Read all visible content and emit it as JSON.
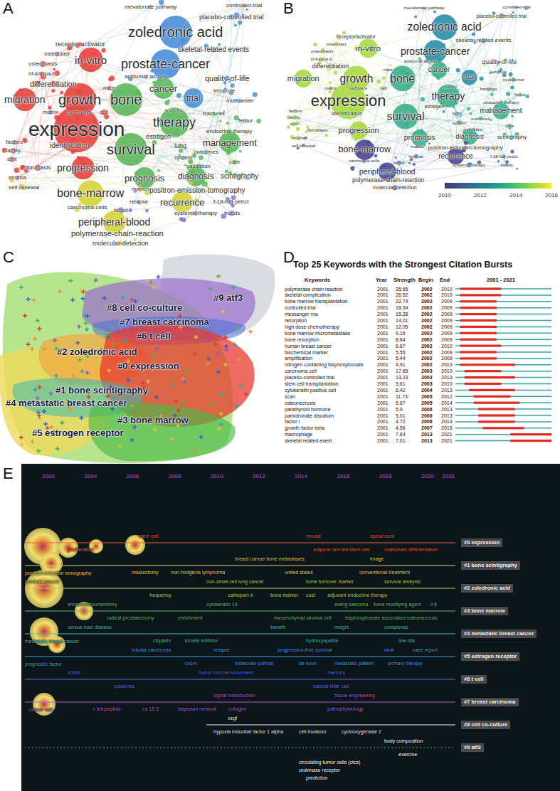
{
  "diagram": {
    "nodes": [
      {
        "text": [
          "#0 expression"
        ]
      },
      {
        "text": [
          "#1 bone scintigraphy"
        ]
      },
      {
        "text": [
          "#2 zoledronic acid"
        ]
      },
      {
        "text": [
          "#3 bone marrow"
        ]
      },
      {
        "text": [
          "#4 metastatic breast cancer"
        ]
      },
      {
        "text": [
          "#5 estrogen receptor"
        ]
      },
      {
        "text": [
          "#6 t cell"
        ]
      },
      {
        "text": [
          "#7 breast carcinoma"
        ]
      },
      {
        "text": [
          "#8 cell co-culture"
        ]
      },
      {
        "text": [
          "#9 atf3"
        ]
      }
    ],
    "labels": [
      "A",
      "B",
      "C",
      "D",
      "E",
      "receptor activator",
      "osteoclast",
      "mevalonate pathway",
      "controlled-trial",
      "placebo-controlled trial",
      "zoledronic acid",
      "in-vitro",
      "osteoblasts",
      "prostate-cancer",
      "skeletal-related events",
      "nf-kappa-b",
      "antitumor activity",
      "quality-of-life",
      "differentiation",
      "cancer",
      "mice",
      "letrozole",
      "trial",
      "migration",
      "growth",
      "bone",
      "multicenter",
      "matrix",
      "pathways",
      "cell",
      "toxicity",
      "fractures",
      "femur",
      "therapy",
      "expression",
      "endocrine-therapy",
      "estrogen",
      "factors",
      "management",
      "identification",
      "lung",
      "survival",
      "family",
      "outcomes",
      "system",
      "emt",
      "care",
      "validation",
      "fibroblasts",
      "progression",
      "diagnosis",
      "scintigraphy",
      "stroma",
      "prognosis",
      "self-renewal",
      "marker",
      "positron-emission-tomography",
      "bone-marrow",
      "relapse",
      "recurrence",
      "f-18-fdg pet/ct",
      "carcinoma-cells",
      "blood",
      "systemic therapy",
      "trends",
      "peripheral-blood",
      "polymerase-chain-reaction",
      "molecular-detection",
      "receptor activator",
      "osteoclast",
      "mevalonate pathway",
      "controlled-trial",
      "placebo-controlled trial",
      "zoledronic acid",
      "in-vitro",
      "osteoblasts",
      "prostate-cancer",
      "skeletal-related events",
      "nf-kappa-b",
      "antitumor activity",
      "quality-of-life",
      "differentiation",
      "cancer",
      "mice",
      "letrozole",
      "trial",
      "migration",
      "growth",
      "bone",
      "multicenter",
      "matrix",
      "pathways",
      "cell",
      "toxicity",
      "fractures",
      "femur",
      "therapy",
      "expression",
      "endocrine-therapy",
      "estrogen",
      "factors",
      "management",
      "identification",
      "lung",
      "survival",
      "family",
      "outcomes",
      "system",
      "emt",
      "care",
      "validation",
      "fibroblasts",
      "progression",
      "diagnosis",
      "scintigraphy",
      "stroma",
      "prognosis",
      "self-renewal",
      "marker",
      "positron-emission-tomography",
      "bone-marrow",
      "relapse",
      "recurrence",
      "f-18-fdg pet/ct",
      "carcinoma-cells",
      "blood",
      "systemic therapy",
      "trends",
      "peripheral-blood",
      "polymerase-chain-reaction",
      "molecular-detection",
      "2010",
      "2012",
      "2014",
      "2016",
      "#9 atf3",
      "#8 cell co-culture",
      "#7 breast carcinoma",
      "#6 t cell",
      "#2 zoledronic acid",
      "#0 expression",
      "#1 bone scintigraphy",
      "#4 metastatic breast cancer",
      "#3 bone marrow",
      "#5 estrogen receptor",
      "Top 25 Keywords with the Strongest Citation Bursts",
      "Keywords",
      "Year",
      "Strength",
      "Begin",
      "End",
      "2001 - 2021",
      "polymerase chain reaction",
      "2001",
      "35.65",
      "2002",
      "2010",
      "skeletal complication",
      "2001",
      "26.52",
      "2002",
      "2010",
      "bone marrow transplantation",
      "2001",
      "22.74",
      "2002",
      "2009",
      "controlled trial",
      "2001",
      "18.34",
      "2002",
      "2009",
      "messenger rna",
      "2001",
      "15.28",
      "2002",
      "2009",
      "resorption",
      "2001",
      "14.01",
      "2002",
      "2009",
      "high dose chemotherapy",
      "2001",
      "12.05",
      "2002",
      "2009",
      "bone marrow micrometastase",
      "2001",
      "9.16",
      "2002",
      "2009",
      "bone resorption",
      "2001",
      "8.84",
      "2002",
      "2009",
      "human breast cancer",
      "2001",
      "6.67",
      "2002",
      "2010",
      "biochemical marker",
      "2001",
      "5.55",
      "2002",
      "2009",
      "amplification",
      "2001",
      "5.44",
      "2002",
      "2009",
      "nitrogen containing bisphosphonate",
      "2001",
      "4.91",
      "2002",
      "2013",
      "carcinoma cell",
      "2001",
      "17.65",
      "2003",
      "2010",
      "placebo controlled trial",
      "2001",
      "13.23",
      "2003",
      "2013",
      "stem cell transplantation",
      "2001",
      "5.61",
      "2003",
      "2010",
      "cytokeratin positive cell",
      "2001",
      "6.42",
      "2004",
      "2013",
      "scan",
      "2001",
      "11.73",
      "2005",
      "2012",
      "osteonecrosis",
      "2001",
      "5.67",
      "2005",
      "2014",
      "parathyroid hormone",
      "2001",
      "5.9",
      "2006",
      "2013",
      "pamidronate disodium",
      "2001",
      "5.01",
      "2006",
      "2013",
      "factor i",
      "2001",
      "4.72",
      "2006",
      "2013",
      "growth factor beta",
      "2001",
      "4.56",
      "2007",
      "2015",
      "macrophage",
      "2001",
      "7.64",
      "2013",
      "2021",
      "skeletal related event",
      "2001",
      "7.01",
      "2013",
      "2021",
      "2002",
      "2004",
      "2006",
      "2008",
      "2010",
      "2012",
      "2014",
      "2016",
      "2018",
      "2020",
      "2021",
      "proliferation",
      "stem cell",
      "mouse",
      "adipose derived stem cell",
      "spinal cord",
      "osteoclast differentiation",
      "positron emission tomography",
      "mastectomy",
      "non-hodgkins lymphoma",
      "breast cancer bone metastases",
      "united states",
      "image",
      "conventional treatment",
      "prostate cancer",
      "frequency",
      "non-small cell lung cancer",
      "cathepsin k",
      "bone marker",
      "cost",
      "bone turnover marker",
      "adjuvant endocrine therapy",
      "survival analysis",
      "immunohistochemistry",
      "radical prostatectomy",
      "enrichment",
      "cytokeratin 19",
      "mesenchymal stromal cell",
      "ewing sarcoma",
      "bisphosphonate associated osteonecrosis",
      "bone modifying agent",
      "il 6",
      "metastatic breast cancer",
      "versus host disease",
      "cisplatin",
      "kinase inhibitor",
      "benefit",
      "hydroxyapatite",
      "insight",
      "complexes",
      "low risk",
      "prognostic factor",
      "lobular carcinoma",
      "cxcr4",
      "relapse",
      "molecular portrait",
      "progression-free survival",
      "de novo",
      "metastatic pattern",
      "rank",
      "primary therapy",
      "case report",
      "inhibit",
      "cytokines",
      "tumor microenvironment",
      "memory",
      "natural killer cell",
      "cancer cell",
      "n telopeptide",
      "ca 15 3",
      "bayesian network",
      "collagen",
      "signal transduction",
      "tissue engineering",
      "pathophysiology",
      "vegf",
      "hypoxia inducible factor 1 alpha",
      "cell invasion",
      "cyclooxygenase 2",
      "body composition",
      "exercise",
      "circulating tumor cells (ctcs)",
      "urokinase receptor",
      "prediction"
    ]
  }
}
